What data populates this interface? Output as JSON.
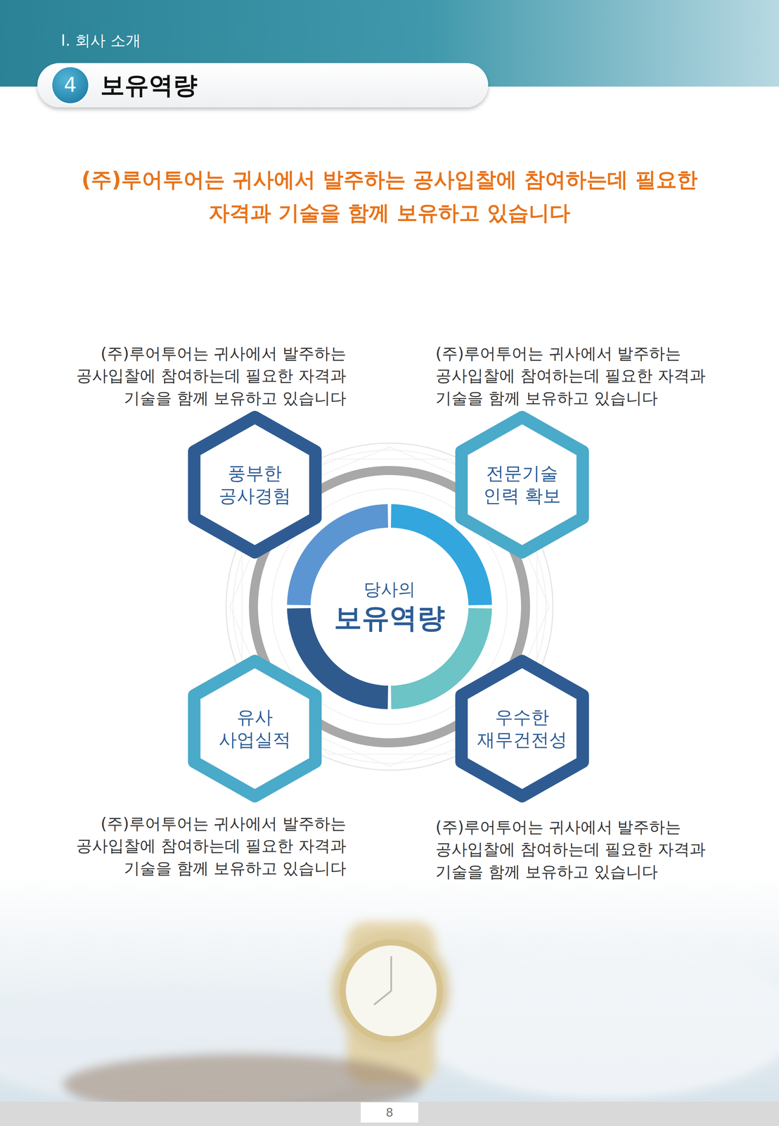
{
  "diagram": {
    "title": "보유역량",
    "nodes": [
      {
        "text": [
          "풍부한 공사경험"
        ]
      },
      {
        "text": [
          "전문기술 인력 확보"
        ]
      },
      {
        "text": [
          "당사의",
          "보유역량"
        ]
      },
      {
        "text": [
          "유사 사업실적"
        ]
      },
      {
        "text": [
          "우수한 재무건전성"
        ]
      }
    ],
    "labels": [
      "I. 회사 소개",
      "4",
      "(주)루어투어는 귀사에서 발주하는 공사입찰에 참여하는데 필요한 자격과 기술을 함께 보유하고 있습니다",
      "(주)루어투어는 귀사에서 발주하는 공사입찰에 참여하는데 필요한 자격과 기술을 함께 보유하고 있습니다",
      "(주)루어투어는 귀사에서 발주하는 공사입찰에 참여하는데 필요한 자격과 기술을 함께 보유하고 있습니다",
      "(주)루어투어는 귀사에서 발주하는 공사입찰에 참여하는데 필요한 자격과 기술을 함께 보유하고 있습니다",
      "(주)루어투어는 귀사에서 발주하는 공사입찰에 참여하는데 필요한 자격과 기술을 함께 보유하고 있습니다",
      "8"
    ]
  }
}
